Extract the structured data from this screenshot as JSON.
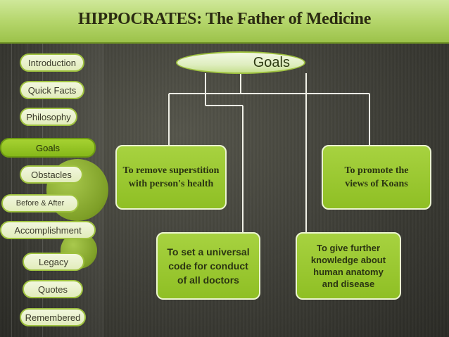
{
  "slide": {
    "title": "HIPPOCRATES:  The Father of Medicine"
  },
  "nav": {
    "items": [
      {
        "label": "Introduction",
        "active": false
      },
      {
        "label": "Quick Facts",
        "active": false
      },
      {
        "label": "Philosophy",
        "active": false
      },
      {
        "label": "Goals",
        "active": true
      },
      {
        "label": "Obstacles",
        "active": false
      },
      {
        "label": "Before & After",
        "active": false
      },
      {
        "label": "Accomplishment",
        "active": false
      },
      {
        "label": "Legacy",
        "active": false
      },
      {
        "label": "Quotes",
        "active": false
      },
      {
        "label": "Remembered",
        "active": false
      }
    ]
  },
  "diagram": {
    "root": "Goals",
    "goals": [
      {
        "text": "To remove superstition with person's health"
      },
      {
        "text": "To set a universal code for conduct of all doctors"
      },
      {
        "text": "To give further knowledge about human anatomy and disease"
      },
      {
        "text": "To promote the views of Koans"
      }
    ]
  },
  "colors": {
    "accent": "#9cc24a",
    "box_fill": "#97c72e",
    "background": "#3a3a34"
  }
}
